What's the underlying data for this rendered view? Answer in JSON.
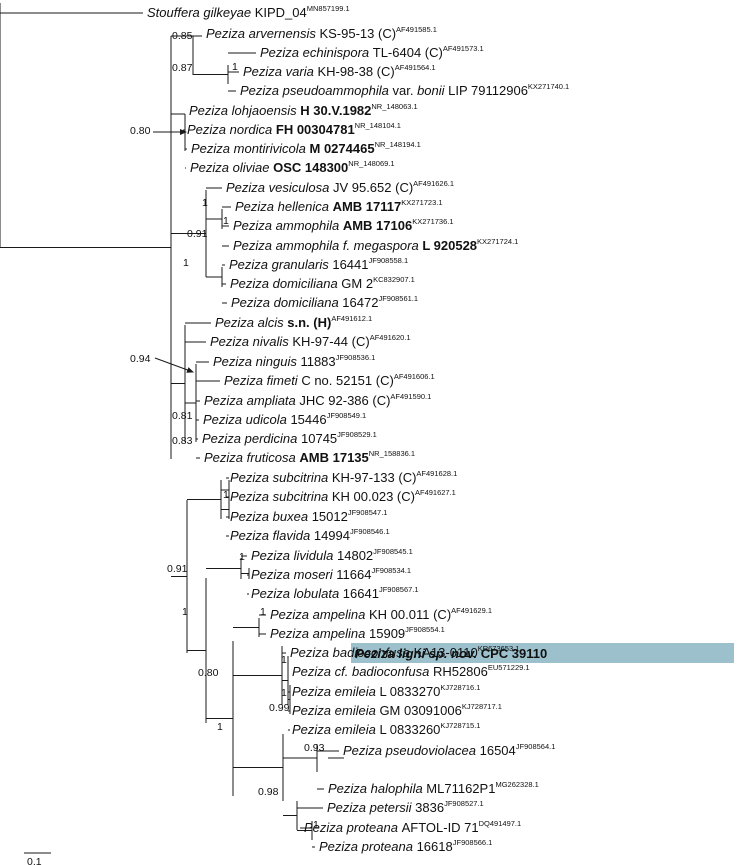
{
  "accent_color": "#9cc1cd",
  "scale_bar_label": "0.1",
  "taxa": [
    {
      "id": "t1",
      "genus": "Stouffera",
      "epithet": "gilkeyae",
      "voucher": "KIPD_04",
      "accession": "MN857199.1"
    },
    {
      "id": "t2",
      "genus": "Peziza",
      "epithet": "arvernensis",
      "voucher": "KS-95-13 (C)",
      "accession": "AF491585.1"
    },
    {
      "id": "t3",
      "genus": "Peziza",
      "epithet": "echinispora",
      "voucher": "TL-6404 (C)",
      "accession": "AF491573.1"
    },
    {
      "id": "t4",
      "genus": "Peziza",
      "epithet": "varia",
      "voucher": "KH-98-38 (C)",
      "accession": "AF491564.1"
    },
    {
      "id": "t5",
      "genus": "Peziza",
      "epithet": "pseudoammophila",
      "rank": "var.",
      "infra": "bonii",
      "voucher": "LIP 79112906",
      "accession": "KX271740.1"
    },
    {
      "id": "t6",
      "genus": "Peziza",
      "epithet": "lohjaoensis",
      "voucher": "H 30.V.1982",
      "bold": true,
      "accession": "NR_148063.1"
    },
    {
      "id": "t7",
      "genus": "Peziza",
      "epithet": "nordica",
      "voucher": "FH 00304781",
      "bold": true,
      "accession": "NR_148104.1"
    },
    {
      "id": "t8",
      "genus": "Peziza",
      "epithet": "montirivicola",
      "voucher": "M 0274465",
      "bold": true,
      "accession": "NR_148194.1"
    },
    {
      "id": "t9",
      "genus": "Peziza",
      "epithet": "oliviae",
      "voucher": "OSC 148300",
      "bold": true,
      "accession": "NR_148069.1"
    },
    {
      "id": "t10",
      "genus": "Peziza",
      "epithet": "vesiculosa",
      "voucher": "JV 95.652 (C)",
      "accession": "AF491626.1"
    },
    {
      "id": "t11",
      "genus": "Peziza",
      "epithet": "hellenica",
      "voucher": "AMB 17117",
      "bold": true,
      "accession": "KX271723.1"
    },
    {
      "id": "t12",
      "genus": "Peziza",
      "epithet": "ammophila",
      "voucher": "AMB 17106",
      "bold": true,
      "accession": "KX271736.1"
    },
    {
      "id": "t13",
      "genus": "Peziza",
      "epithet": "ammophila f. megaspora",
      "voucher": "L 920528",
      "bold": true,
      "accession": "KX271724.1"
    },
    {
      "id": "t14",
      "genus": "Peziza",
      "epithet": "granularis",
      "voucher": "16441",
      "accession": "JF908558.1"
    },
    {
      "id": "t15",
      "genus": "Peziza",
      "epithet": "domiciliana",
      "voucher": "GM 2",
      "accession": "KC832907.1"
    },
    {
      "id": "t16",
      "genus": "Peziza",
      "epithet": "domiciliana",
      "voucher": "16472",
      "accession": "JF908561.1"
    },
    {
      "id": "t17",
      "genus": "Peziza",
      "epithet": "alcis",
      "voucher": "s.n. (H)",
      "bold": true,
      "accession": "AF491612.1"
    },
    {
      "id": "t18",
      "genus": "Peziza",
      "epithet": "nivalis",
      "voucher": "KH-97-44 (C)",
      "accession": "AF491620.1"
    },
    {
      "id": "t19",
      "genus": "Peziza",
      "epithet": "ninguis",
      "voucher": "11883",
      "accession": "JF908536.1"
    },
    {
      "id": "t20",
      "genus": "Peziza",
      "epithet": "fimeti",
      "voucher": "C no. 52151 (C)",
      "accession": "AF491606.1"
    },
    {
      "id": "t21",
      "genus": "Peziza",
      "epithet": "ampliata",
      "voucher": "JHC 92-386 (C)",
      "accession": "AF491590.1"
    },
    {
      "id": "t22",
      "genus": "Peziza",
      "epithet": "udicola",
      "voucher": "15446",
      "accession": "JF908549.1"
    },
    {
      "id": "t23",
      "genus": "Peziza",
      "epithet": "perdicina",
      "voucher": "10745",
      "accession": "JF908529.1"
    },
    {
      "id": "t24",
      "genus": "Peziza",
      "epithet": "fruticosa",
      "voucher": "AMB 17135",
      "bold": true,
      "accession": "NR_158836.1"
    },
    {
      "id": "t25",
      "genus": "Peziza",
      "epithet": "subcitrina",
      "voucher": "KH-97-133 (C)",
      "accession": "AF491628.1"
    },
    {
      "id": "t26",
      "genus": "Peziza",
      "epithet": "subcitrina",
      "voucher": "KH 00.023 (C)",
      "accession": "AF491627.1"
    },
    {
      "id": "t27",
      "genus": "Peziza",
      "epithet": "buxea",
      "voucher": "15012",
      "accession": "JF908547.1"
    },
    {
      "id": "t28",
      "genus": "Peziza",
      "epithet": "flavida",
      "voucher": "14994",
      "accession": "JF908546.1"
    },
    {
      "id": "t29",
      "genus": "Peziza",
      "epithet": "lividula",
      "voucher": "14802",
      "accession": "JF908545.1"
    },
    {
      "id": "t30",
      "genus": "Peziza",
      "epithet": "moseri",
      "voucher": "11664",
      "accession": "JF908534.1"
    },
    {
      "id": "t31",
      "genus": "Peziza",
      "epithet": "lobulata",
      "voucher": "16641",
      "accession": "JF908567.1"
    },
    {
      "id": "t32",
      "genus": "Peziza",
      "epithet": "ampelina",
      "voucher": "KH 00.011 (C)",
      "accession": "AF491629.1"
    },
    {
      "id": "t33",
      "genus": "Peziza",
      "epithet": "ampelina",
      "voucher": "15909",
      "accession": "JF908554.1"
    },
    {
      "id": "t34",
      "genus": "Peziza",
      "epithet": "badioconfusa",
      "voucher": "KA13-0110",
      "accession": "KR673653.1"
    },
    {
      "id": "t35",
      "genus": "Peziza",
      "epithet": "cf. badioconfusa",
      "voucher": "RH52806",
      "accession": "EU571229.1"
    },
    {
      "id": "t36",
      "genus": "Peziza",
      "epithet": "emileia",
      "voucher": "L 0833270",
      "accession": "KJ728716.1"
    },
    {
      "id": "t37",
      "genus": "Peziza",
      "epithet": "emileia",
      "voucher": "GM 03091006",
      "accession": "KJ728717.1"
    },
    {
      "id": "t38",
      "genus": "Peziza",
      "epithet": "emileia",
      "voucher": "L 0833260",
      "accession": "KJ728715.1"
    },
    {
      "id": "t39",
      "genus": "Peziza",
      "epithet": "pseudoviolacea",
      "voucher": "16504",
      "accession": "JF908564.1"
    },
    {
      "id": "t40",
      "genus": "Peziza",
      "epithet": "ligni sp. nov.",
      "voucher": "CPC 39110",
      "bold": true,
      "allbold": true,
      "highlight": true,
      "accession": ""
    },
    {
      "id": "t41",
      "genus": "Peziza",
      "epithet": "halophila",
      "voucher": "ML71162P1",
      "accession": "MG262328.1"
    },
    {
      "id": "t42",
      "genus": "Peziza",
      "epithet": "petersii",
      "voucher": "3836",
      "accession": "JF908527.1"
    },
    {
      "id": "t43",
      "genus": "Peziza",
      "epithet": "proteana",
      "voucher": "AFTOL-ID 71",
      "accession": "DQ491497.1"
    },
    {
      "id": "t44",
      "genus": "Peziza",
      "epithet": "proteana",
      "voucher": "16618",
      "accession": "JF908566.1"
    }
  ],
  "supports": [
    {
      "id": "s1",
      "label": "0.85"
    },
    {
      "id": "s2",
      "label": "0.87"
    },
    {
      "id": "s3",
      "label": "1"
    },
    {
      "id": "s4",
      "label": "0.80"
    },
    {
      "id": "s5",
      "label": "1"
    },
    {
      "id": "s6",
      "label": "1"
    },
    {
      "id": "s7",
      "label": "0.91"
    },
    {
      "id": "s8",
      "label": "1"
    },
    {
      "id": "s9",
      "label": "0.94"
    },
    {
      "id": "s10",
      "label": "0.81"
    },
    {
      "id": "s11",
      "label": "0.83"
    },
    {
      "id": "s12",
      "label": "1"
    },
    {
      "id": "s13",
      "label": "0.91"
    },
    {
      "id": "s14",
      "label": "1"
    },
    {
      "id": "s15",
      "label": "1"
    },
    {
      "id": "s16",
      "label": "0.80"
    },
    {
      "id": "s17",
      "label": "1"
    },
    {
      "id": "s18",
      "label": "1"
    },
    {
      "id": "s19",
      "label": "0.99"
    },
    {
      "id": "s20",
      "label": "1"
    },
    {
      "id": "s21",
      "label": "1"
    },
    {
      "id": "s22",
      "label": "0.93"
    },
    {
      "id": "s23",
      "label": "0.98"
    },
    {
      "id": "s24",
      "label": "1"
    }
  ]
}
